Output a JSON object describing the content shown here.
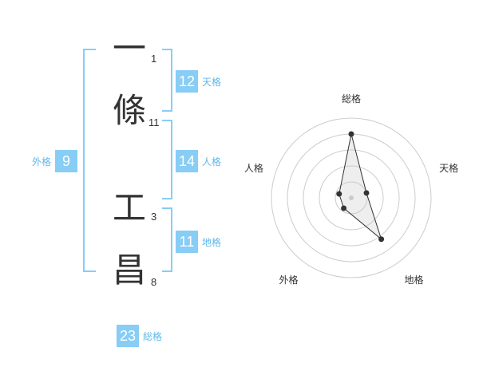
{
  "name": {
    "chars": [
      {
        "char": "一",
        "strokes": "1"
      },
      {
        "char": "條",
        "strokes": "11"
      },
      {
        "char": "工",
        "strokes": "3"
      },
      {
        "char": "昌",
        "strokes": "8"
      }
    ]
  },
  "fortune": {
    "tenkaku": {
      "value": "12",
      "label": "天格"
    },
    "jinkaku": {
      "value": "14",
      "label": "人格"
    },
    "chikaku": {
      "value": "11",
      "label": "地格"
    },
    "gaikaku": {
      "value": "9",
      "label": "外格"
    },
    "soukaku": {
      "value": "23",
      "label": "総格"
    }
  },
  "colors": {
    "accent": "#87cdf5",
    "label": "#5fb8ea",
    "text": "#333333"
  },
  "chart_data": {
    "type": "radar",
    "axes": [
      "総格",
      "天格",
      "地格",
      "外格",
      "人格"
    ],
    "values": [
      4,
      1,
      3.2,
      0.8,
      0.8
    ],
    "range": [
      0,
      5
    ],
    "grid": true
  }
}
